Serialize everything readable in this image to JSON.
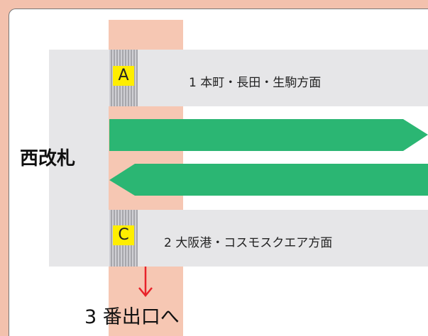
{
  "gate_label": "西改札",
  "platforms": [
    {
      "badge": "A",
      "destination": "1 本町・長田・生駒方面"
    },
    {
      "badge": "C",
      "destination": "2 大阪港・コスモスクエア方面"
    }
  ],
  "exit_label": "3 番出口へ",
  "colors": {
    "background": "#f3c1ad",
    "corridor": "#f6c7b3",
    "platform": "#e6e6e8",
    "train_arrow": "#2bb673",
    "badge": "#ffee00",
    "exit_arrow": "#e8232a"
  },
  "icons": {
    "train_right": "arrow-right-icon",
    "train_left": "arrow-left-icon",
    "exit": "arrow-down-icon"
  }
}
